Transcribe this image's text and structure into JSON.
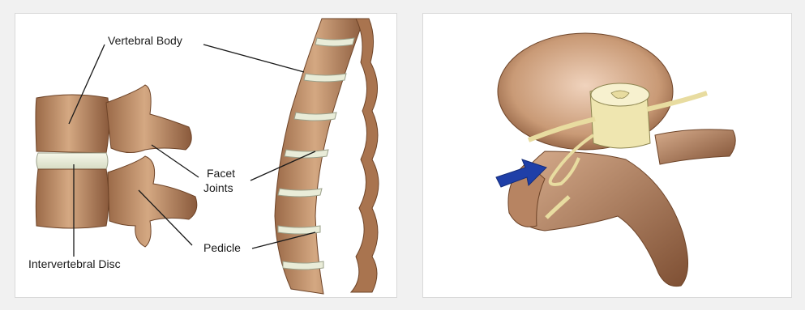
{
  "left_figure": {
    "labels": {
      "vertebral_body": "Vertebral Body",
      "facet_joints_line1": "Facet",
      "facet_joints_line2": "Joints",
      "pedicle": "Pedicle",
      "intervertebral_disc": "Intervertebral Disc"
    }
  },
  "right_figure": {
    "arrow_color": "#1f3fa8"
  },
  "colors": {
    "bone": "#c99a76",
    "bone_dark": "#8a5a3c",
    "disc": "#e9ecd8",
    "nerve": "#efe6b0"
  }
}
